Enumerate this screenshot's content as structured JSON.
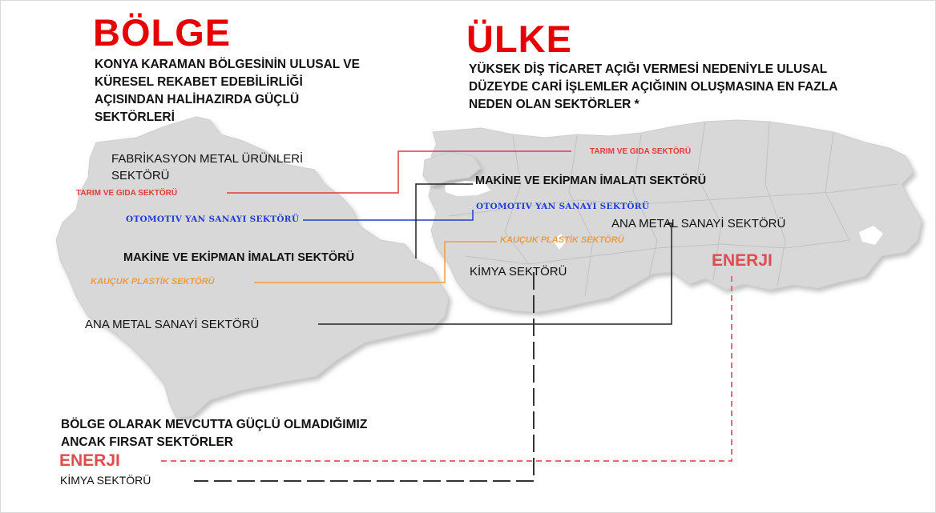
{
  "colors": {
    "title_red": "#e60000",
    "map_gray": "#d8d8d8",
    "line_red": "#e23b3b",
    "line_blue": "#1f3dd6",
    "line_orange": "#f19a3b",
    "line_black": "#222222",
    "line_dashed_red": "#e66a6a"
  },
  "region": {
    "title": "BÖLGE",
    "subtitle": [
      "KONYA KARAMAN BÖLGESİNİN ULUSAL VE",
      "KÜRESEL REKABET EDEBİLİRLİĞİ",
      "AÇISINDAN HALİHAZIRDA GÜÇLÜ",
      "SEKTÖRLERİ"
    ],
    "labels": {
      "fabrikasyon_1": "FABRİKASYON METAL ÜRÜNLERİ",
      "fabrikasyon_2": "SEKTÖRÜ",
      "tarim": "TARIM VE GIDA SEKTÖRÜ",
      "otomotiv": "OTOMOTIV  YAN SANAYI  SEKTÖRÜ",
      "makine": "MAKİNE VE EKİPMAN İMALATI SEKTÖRÜ",
      "kaucuk": "KAUÇUK PLASTİK SEKTÖRÜ",
      "ana_metal": "ANA METAL SANAYİ SEKTÖRÜ"
    }
  },
  "country": {
    "title": "ÜLKE",
    "subtitle": [
      "YÜKSEK DİŞ TİCARET AÇIĞI VERMESİ NEDENİYLE ULUSAL",
      "DÜZEYDE CARİ İŞLEMLER AÇIĞININ OLUŞMASINA EN FAZLA",
      "NEDEN OLAN SEKTÖRLER *"
    ],
    "labels": {
      "tarim": "TARIM VE GIDA SEKTÖRÜ",
      "makine": "MAKİNE VE EKİPMAN İMALATI SEKTÖRÜ",
      "otomotiv": "OTOMOTIV  YAN SANAYI  SEKTÖRÜ",
      "ana_metal": "ANA METAL SANAYİ SEKTÖRÜ",
      "kaucuk": "KAUÇUK PLASTİK SEKTÖRÜ",
      "enerji": "ENERJI",
      "kimya": "KİMYA SEKTÖRÜ"
    }
  },
  "opportunity": {
    "title": [
      "BÖLGE  OLARAK  MEVCUTTA  GÜÇLÜ  OLMADIĞIMIZ",
      "ANCAK FIRSAT SEKTÖRLER"
    ],
    "enerji": "ENERJI",
    "kimya": "KİMYA SEKTÖRÜ"
  }
}
